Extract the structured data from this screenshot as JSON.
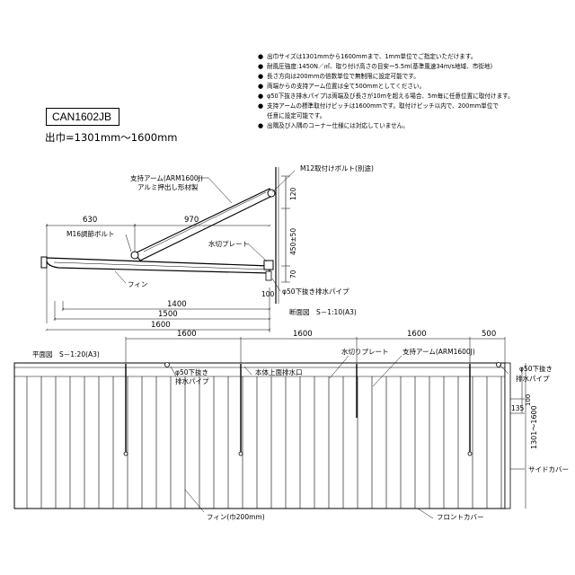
{
  "model": "CAN1602JB",
  "range_text": "出巾=1301mm～1600mm",
  "notes": [
    "出巾サイズは1301mmから1600mmまで、1mm単位でご指定いただけます。",
    "耐風圧強度:1450N／㎡、取り付け高さの目安ー5.5m(基準風速34m/s地域、市街地)",
    "長さ方向は200mmの倍数単位で無制限に設定可能です。",
    "両端からの支持アーム位置は全て500mmとしてください。",
    "φ50下抜き排水パイプは両端及び長さが10mを超える場合、5m毎に任意位置に取付けます。",
    "支持アームの標準取付けピッチは1600mmです。取付けピッチ以内で、200mm単位で\n任意に設定可能です。",
    "出隅及び入隅のコーナー仕様には対応していません。"
  ],
  "section": {
    "title": "断面図　S－1:10(A3)",
    "labels": {
      "arm": "支持アーム(ARM1600J)",
      "arm_sub": "アルミ押出し形材製",
      "bolt_top": "M12取付けボルト(別途)",
      "bolt_adjust": "M16調節ボルト",
      "water_plate": "水切プレート",
      "fin": "フィン",
      "pipe": "φ50下抜き排水パイプ"
    },
    "dims": {
      "d630": "630",
      "d970": "970",
      "d120": "120",
      "d450": "450±50",
      "d70": "70",
      "d100": "100",
      "d1400": "1400",
      "d1500": "1500",
      "d1600": "1600"
    }
  },
  "plan": {
    "title": "平面図　S－1:20(A3)",
    "labels": {
      "pipe_left": "φ50下抜き",
      "pipe_left2": "排水パイプ",
      "drain_top": "本体上面排水口",
      "water_plate": "水切りプレート",
      "arm": "支持アーム(ARM1600J)",
      "pipe_right": "φ50下抜き",
      "pipe_right2": "排水パイプ",
      "side_cover": "サイドカバー",
      "front_cover": "フロントカバー",
      "fin": "フィン(巾200mm)"
    },
    "dims": {
      "p1600a": "1600",
      "p1600b": "1600",
      "p1600c": "1600",
      "p500": "500",
      "p135": "135",
      "p100": "100",
      "p_depth": "1301～1600"
    }
  }
}
